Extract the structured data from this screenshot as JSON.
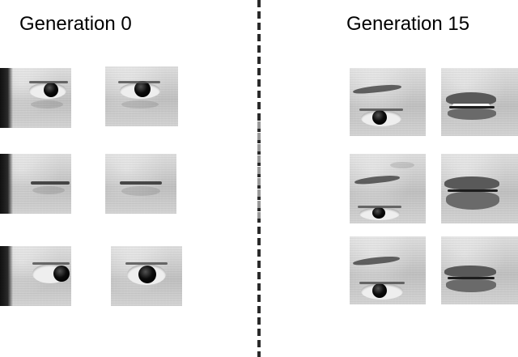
{
  "titles": {
    "left": "Generation 0",
    "right": "Generation 15"
  },
  "patch_groups": {
    "generation_0": {
      "rows": 3,
      "columns": 2,
      "content": "eye-region image patches"
    },
    "generation_15": {
      "rows": 3,
      "columns": 2,
      "content": "eye and mouth image patches"
    }
  }
}
